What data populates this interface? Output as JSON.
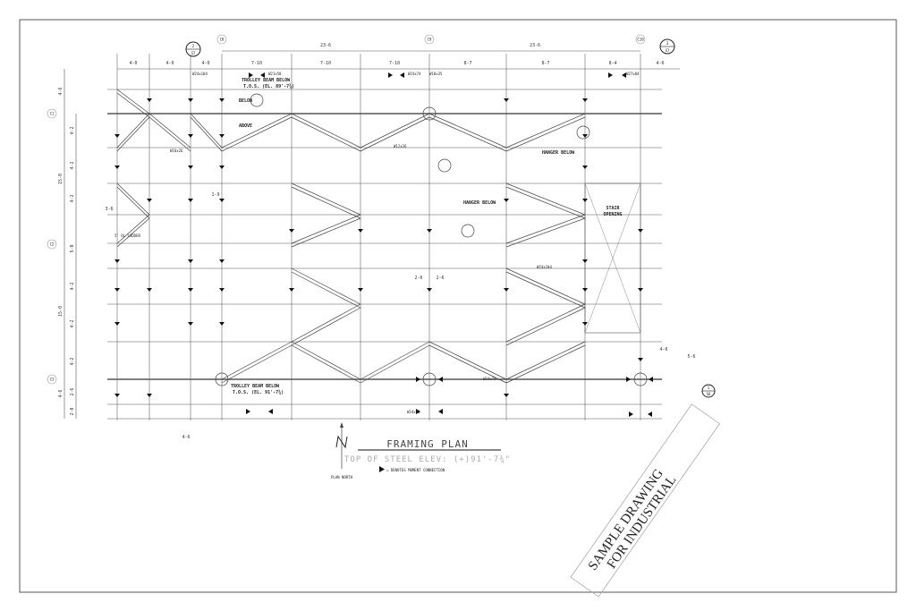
{
  "drawing": {
    "title": "FRAMING PLAN",
    "subtitle": "TOP OF STEEL ELEV: (+)91'-7¾\"",
    "legend_text": "= DENOTES MOMENT CONNECTION",
    "north_label": "PLAN NORTH",
    "stamp_line1": "SAMPLE DRAWING",
    "stamp_line2": "FOR INDUSTRIAL"
  },
  "grid": {
    "top_bubbles": [
      "C8",
      "C9",
      "C10"
    ],
    "left_bubbles": [
      "C1",
      "C2",
      "C3"
    ],
    "overall_dims": [
      "23-6",
      "23-6"
    ],
    "top_dims": [
      "4-0",
      "4-0",
      "4-0",
      "7-10",
      "7-10",
      "7-10",
      "8-7",
      "8-7",
      "8-4",
      "4-6"
    ],
    "left_outer_dims": [
      "4-6",
      "15-0",
      "15-0",
      "4-6"
    ],
    "left_inner_dims": [
      "4-2",
      "4-2",
      "4-2",
      "5-0",
      "4-2",
      "4-2",
      "4-2",
      "2-6",
      "2-0"
    ],
    "misc_dims": [
      "2-6",
      "2-6",
      "1-9",
      "4-6",
      "4-6",
      "5-6",
      "3-6"
    ]
  },
  "notes": {
    "trolley_top": "TROLLEY BEAM BELOW",
    "trolley_top_tos": "T.O.S. (EL. 89'-7¾)",
    "trolley_bottom": "TROLLEY BEAM BELOW",
    "trolley_bottom_tos": "T.O.S. (EL. 91'-7¾)",
    "below": "BELOW",
    "above": "ABOVE",
    "hanger_1": "HANGER BELOW",
    "hanger_2": "HANGER BELOW",
    "stair": "STAIR",
    "stair2": "OPENING",
    "ladder": "5' OL LADDER"
  },
  "beam_labels": [
    "W24x104",
    "W24x74",
    "W27x84",
    "W21x50",
    "W18x35",
    "W16x26",
    "W12x26",
    "W24x104",
    "W24x74",
    "W24x76"
  ],
  "section_marks": [
    "2",
    "S7",
    "3",
    "S7",
    "1",
    "S6"
  ]
}
